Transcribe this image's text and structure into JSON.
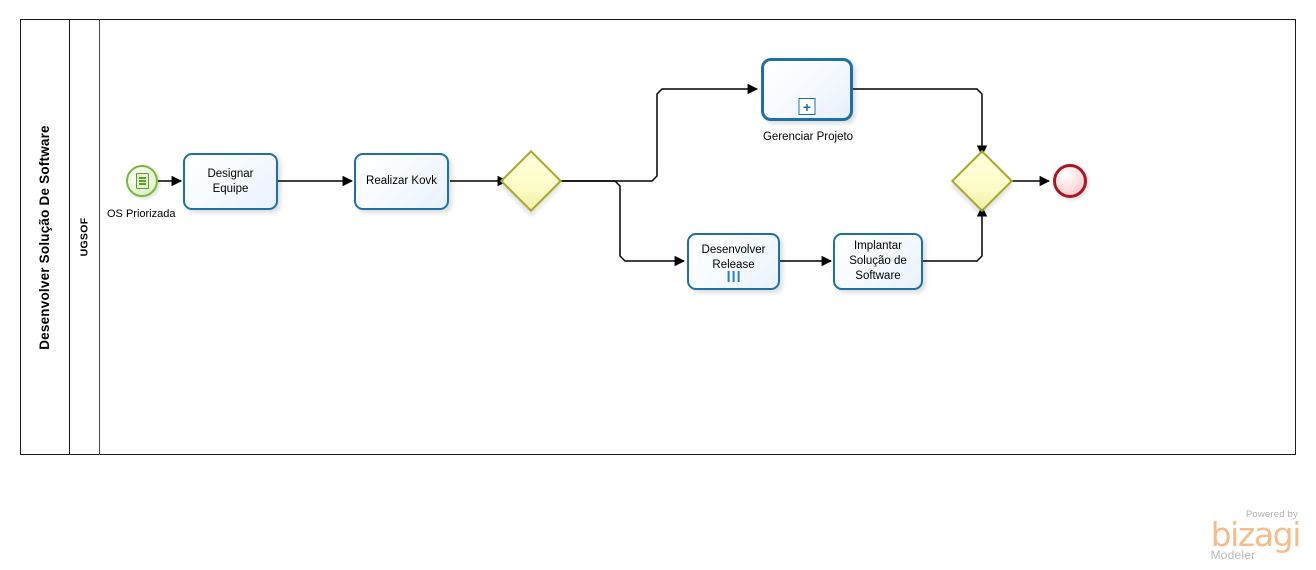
{
  "diagram": {
    "type": "bpmn-process",
    "pool": {
      "name": "Desenvolver Solução De Software"
    },
    "lane": {
      "name": "UGSOF"
    },
    "events": [
      {
        "id": "start",
        "kind": "start-event-conditional",
        "caption": "OS Priorizada",
        "icon": "document-lines-icon",
        "color": "#76bb3f"
      },
      {
        "id": "end",
        "kind": "end-event",
        "caption": "",
        "color": "#a81722"
      }
    ],
    "tasks": [
      {
        "id": "t1",
        "label": "Designar Equipe",
        "line1": "Designar",
        "line2": "Equipe",
        "marker": "none"
      },
      {
        "id": "t2",
        "label": "Realizar Kovk",
        "line1": "Realizar Kovk",
        "line2": "",
        "marker": "none"
      },
      {
        "id": "t3",
        "label": "Desenvolver Release",
        "line1": "Desenvolver",
        "line2": "Release",
        "marker": "multi-instance-parallel"
      },
      {
        "id": "t4",
        "label": "Implantar Solução de Software",
        "line1": "Implantar",
        "line2": "Solução de",
        "line3": "Software",
        "marker": "none"
      }
    ],
    "subprocesses": [
      {
        "id": "sp1",
        "label": "Gerenciar Projeto",
        "marker": "collapsed-plus",
        "marker_glyph": "+"
      }
    ],
    "gateways": [
      {
        "id": "g1",
        "kind": "gateway-split",
        "label": "",
        "color": "#a8a82b"
      },
      {
        "id": "g2",
        "kind": "gateway-join",
        "label": "",
        "color": "#a8a82b"
      }
    ],
    "colors": {
      "task_border": "#1f6fa5",
      "gateway_border": "#a8a82b",
      "gateway_fill": "#fbfbc9",
      "start_border": "#76bb3f",
      "end_border": "#a81722",
      "flow": "#000000",
      "pool_border": "#1a1a1a"
    }
  },
  "branding": {
    "powered_by": "Powered by",
    "wordmark": "bizagi",
    "product": "Modeler"
  }
}
